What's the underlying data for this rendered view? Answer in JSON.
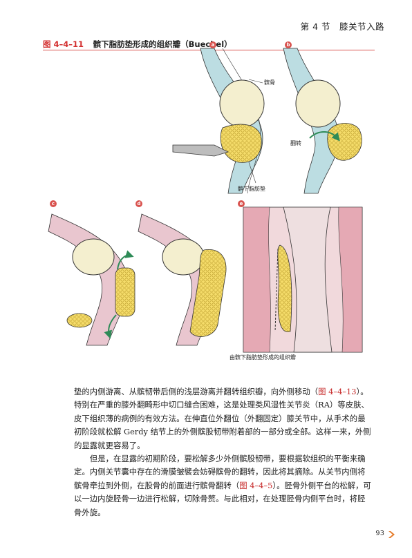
{
  "header": {
    "section": "第 4 节　膝关节入路"
  },
  "figure": {
    "number": "图 4–4–11",
    "title": "髌下脂肪垫形成的组织瓣（Buechel）",
    "panels": [
      "a",
      "b",
      "c",
      "d",
      "e"
    ],
    "annotations": {
      "patella": "髌骨",
      "flip": "翻转",
      "infrapatellar_fat_pad": "髌下脂肪垫",
      "tissue_flap": "由髌下脂肪垫形成的组织瓣"
    },
    "colors": {
      "accent": "#d32f2f",
      "fat": "#f5dc6a",
      "ligament": "#bcdde2",
      "bone": "#f4efcf",
      "tissue": "#e9c6cf",
      "arrow": "#2e8b57"
    }
  },
  "body": {
    "p1": {
      "a": "垫的内侧游离、从髌韧带后侧的浅层游离并翻转组织瓣，向外侧移动（",
      "ref1": "图 4–4–13",
      "b": "）。特别在严重的膝外翻畸形中切口缝合困难，这是处理类风湿性关节炎（RA）等皮肤、皮下组织薄的病例的有效方法。在伸直位外翻位（外翻固定）膝关节中，从手术的最初阶段就松解 Gerdy 结节上的外侧髌股韧带附着部的一部分或全部。这样一来，外侧的显露就更容易了。"
    },
    "p2": {
      "a": "但是，在显露的初期阶段，要松解多少外侧髌股韧带，要根据软组织的平衡来确定。内侧关节囊中存在的滑膜皱襞会妨碍髌骨的翻转，因此将其摘除。从关节内侧将髌骨牵拉到外侧，在股骨的前面进行髌骨翻转（",
      "ref2": "图 4–4–5",
      "b": "）。胫骨外侧平台的松解，可以一边内旋胫骨一边进行松解，切除骨赘。与此相对，在处理胫骨内侧平台时，将胫骨外旋。"
    }
  },
  "footer": {
    "page": "93"
  }
}
